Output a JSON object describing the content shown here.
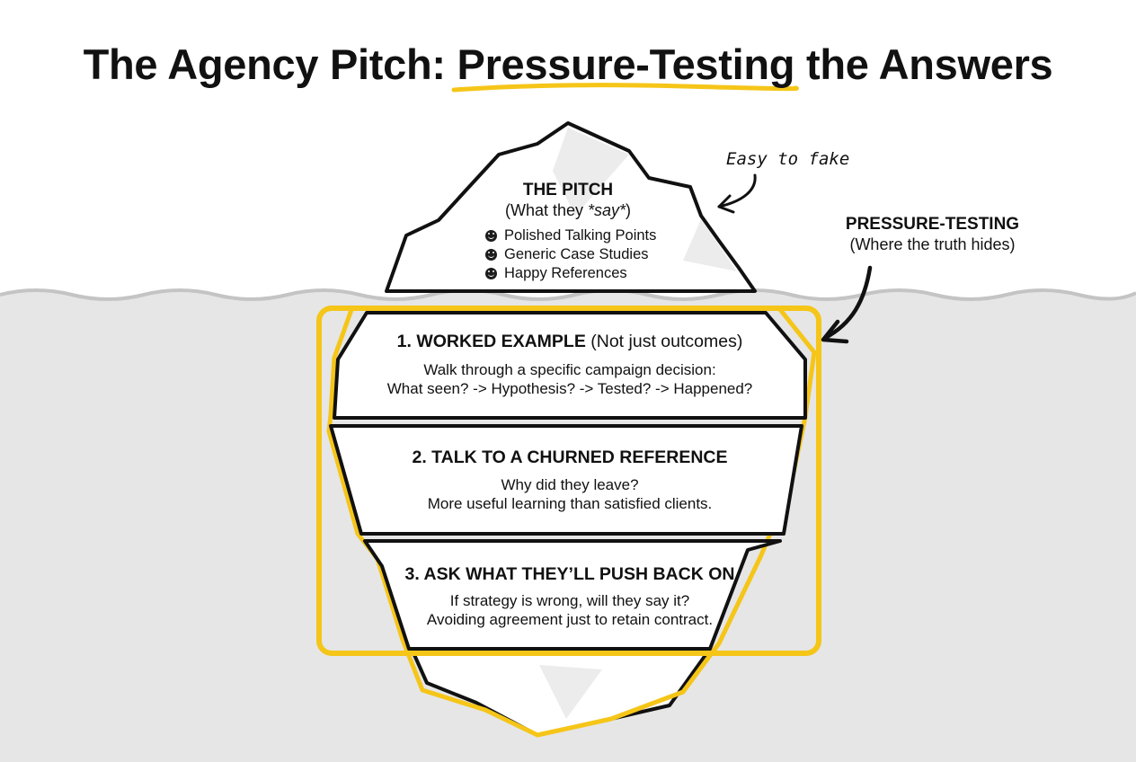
{
  "title": {
    "prefix": "The Agency Pitch: ",
    "highlight": "Pressure-Testing",
    "suffix": " the Answers"
  },
  "tip": {
    "heading": "THE PITCH",
    "sub_before": "(What they ",
    "sub_emph": "*say*",
    "sub_after": ")",
    "items": [
      {
        "icon": "smiley-icon",
        "label": "Polished Talking Points"
      },
      {
        "icon": "smiley-icon",
        "label": "Generic Case Studies"
      },
      {
        "icon": "smiley-icon",
        "label": "Happy References"
      }
    ]
  },
  "annotations": {
    "easy_to_fake": "Easy to fake",
    "pressure_heading": "PRESSURE-TESTING",
    "pressure_sub": "(Where the truth hides)"
  },
  "layers": [
    {
      "heading_bold": "1. WORKED EXAMPLE",
      "heading_rest": " (Not just outcomes)",
      "lines": [
        "Walk through a specific campaign decision:",
        "What seen? -> Hypothesis? -> Tested? -> Happened?"
      ]
    },
    {
      "heading_bold": "2. TALK TO A CHURNED REFERENCE",
      "heading_rest": "",
      "lines": [
        "Why did they leave?",
        "More useful learning than satisfied clients."
      ]
    },
    {
      "heading_bold": "3. ASK WHAT THEY’LL PUSH BACK ON",
      "heading_rest": "",
      "lines": [
        "If strategy is wrong, will they say it?",
        "Avoiding agreement just to retain contract."
      ]
    }
  ],
  "colors": {
    "accent_yellow": "#f5c518",
    "water": "#e6e6e6",
    "ink": "#111111"
  }
}
